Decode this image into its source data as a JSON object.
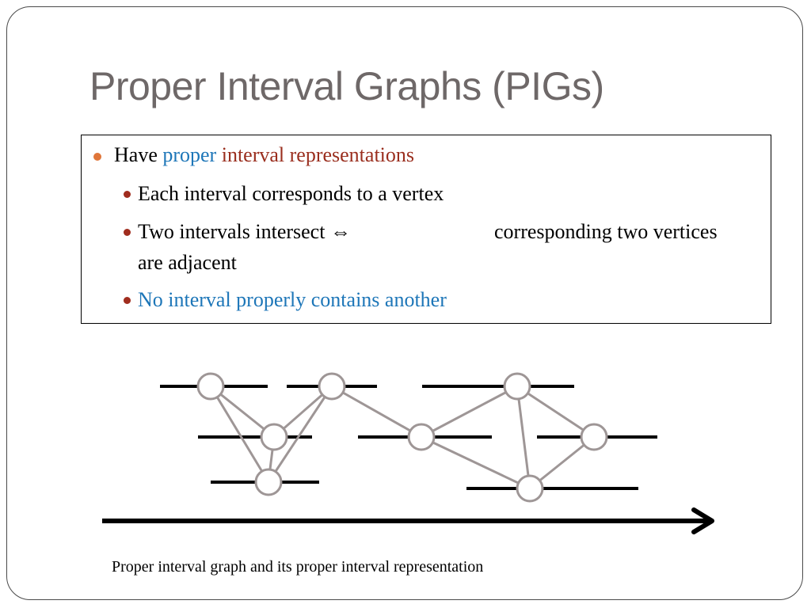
{
  "slide": {
    "title": "Proper Interval Graphs (PIGs)",
    "caption": "Proper interval graph and its proper interval representation",
    "bullets": {
      "b1_prefix": "Have",
      "b1_proper": "proper",
      "b1_rest": "interval representations",
      "b2": "Each interval corresponds to a vertex",
      "b3_left": "Two intervals intersect ⇔",
      "b3_right": "corresponding two vertices",
      "b3_cont": "are adjacent",
      "b4": "No interval properly contains another"
    }
  },
  "colors": {
    "title": "#6e6868",
    "accent_blue": "#1d76b8",
    "accent_red": "#9a2e1e",
    "bullet_level1": "#e0763a",
    "graph_edge": "#9e9696",
    "interval": "#000000"
  }
}
